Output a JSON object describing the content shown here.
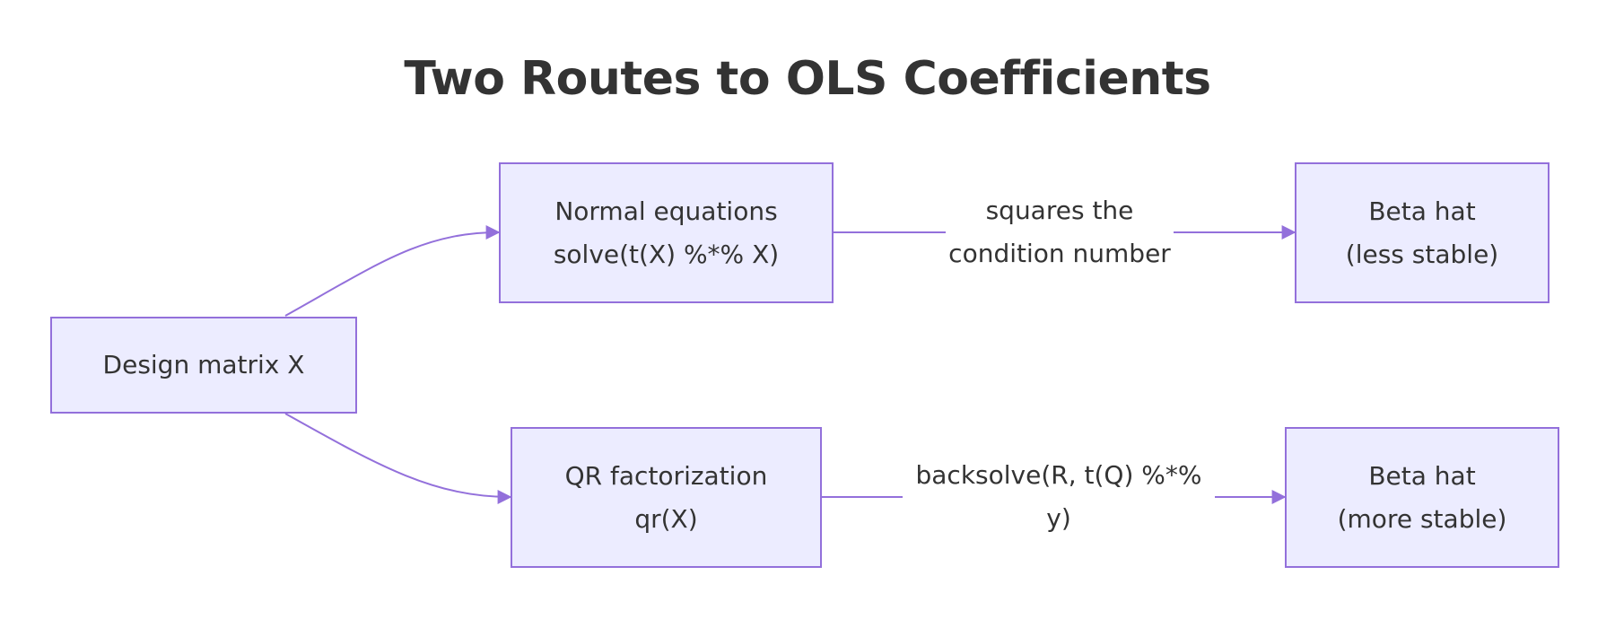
{
  "title": "Two Routes to OLS Coefficients",
  "colors": {
    "node_fill": "#ececff",
    "node_stroke": "#9370db",
    "edge": "#9370db",
    "text": "#333333"
  },
  "nodes": {
    "design_matrix": {
      "line1": "Design matrix X"
    },
    "normal_equations": {
      "line1": "Normal equations",
      "line2": "solve(t(X) %*% X)"
    },
    "qr_factorization": {
      "line1": "QR factorization",
      "line2": "qr(X)"
    },
    "beta_less_stable": {
      "line1": "Beta hat",
      "line2": "(less stable)"
    },
    "beta_more_stable": {
      "line1": "Beta hat",
      "line2": "(more stable)"
    }
  },
  "edges": {
    "normal_to_beta": {
      "line1": "squares the",
      "line2": "condition number"
    },
    "qr_to_beta": {
      "line1": "backsolve(R, t(Q) %*% y)"
    }
  }
}
